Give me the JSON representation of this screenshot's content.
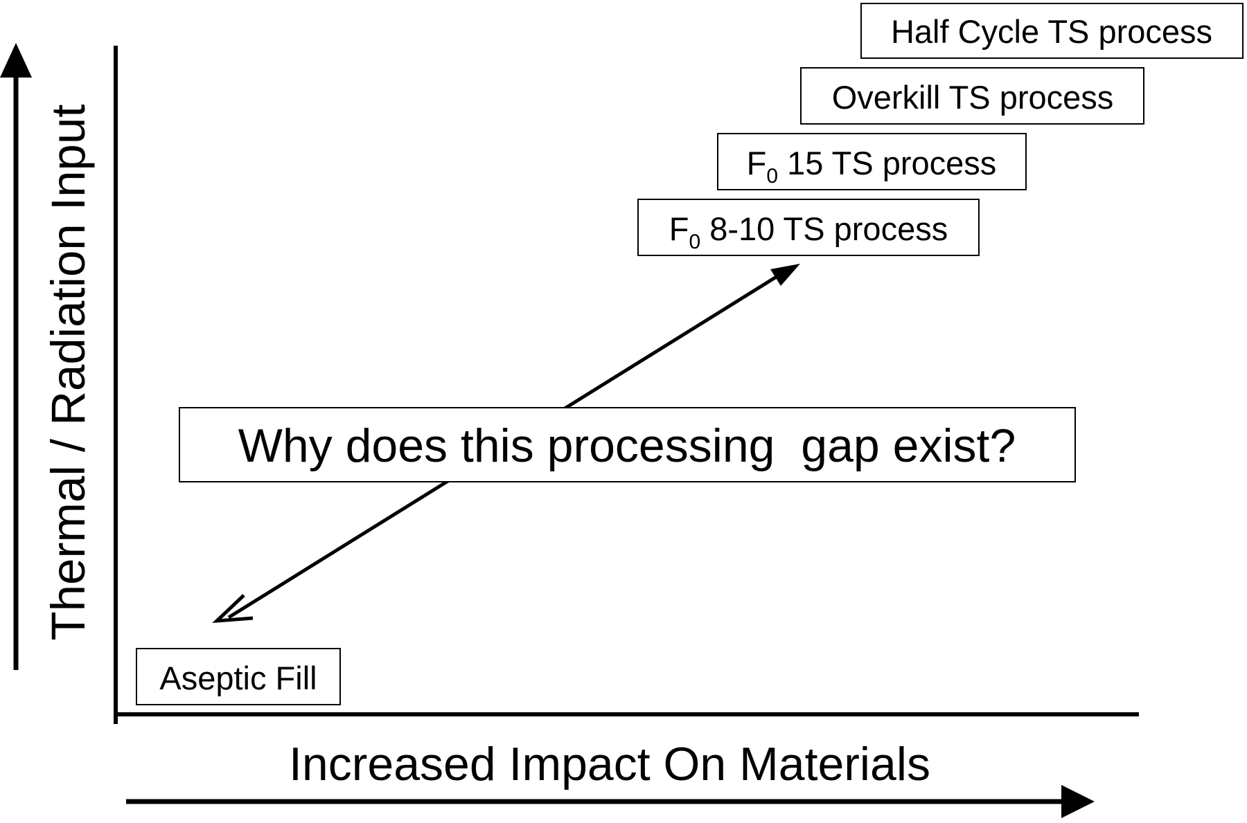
{
  "diagram": {
    "y_axis_label": "Thermal / Radiation Input",
    "x_axis_label": "Increased Impact On Materials",
    "question": "Why does this processing  gap exist?",
    "boxes": {
      "aseptic_fill": {
        "text": "Aseptic Fill"
      },
      "f0_8_10": {
        "prefix": "F",
        "subscript": "0",
        "text": " 8-10 TS process"
      },
      "f0_15": {
        "prefix": "F",
        "subscript": "0",
        "text": " 15 TS process"
      },
      "overkill": {
        "text": "Overkill TS process"
      },
      "half_cycle": {
        "text": "Half Cycle TS process"
      }
    }
  },
  "colors": {
    "ink": "#000000",
    "background": "#ffffff"
  }
}
